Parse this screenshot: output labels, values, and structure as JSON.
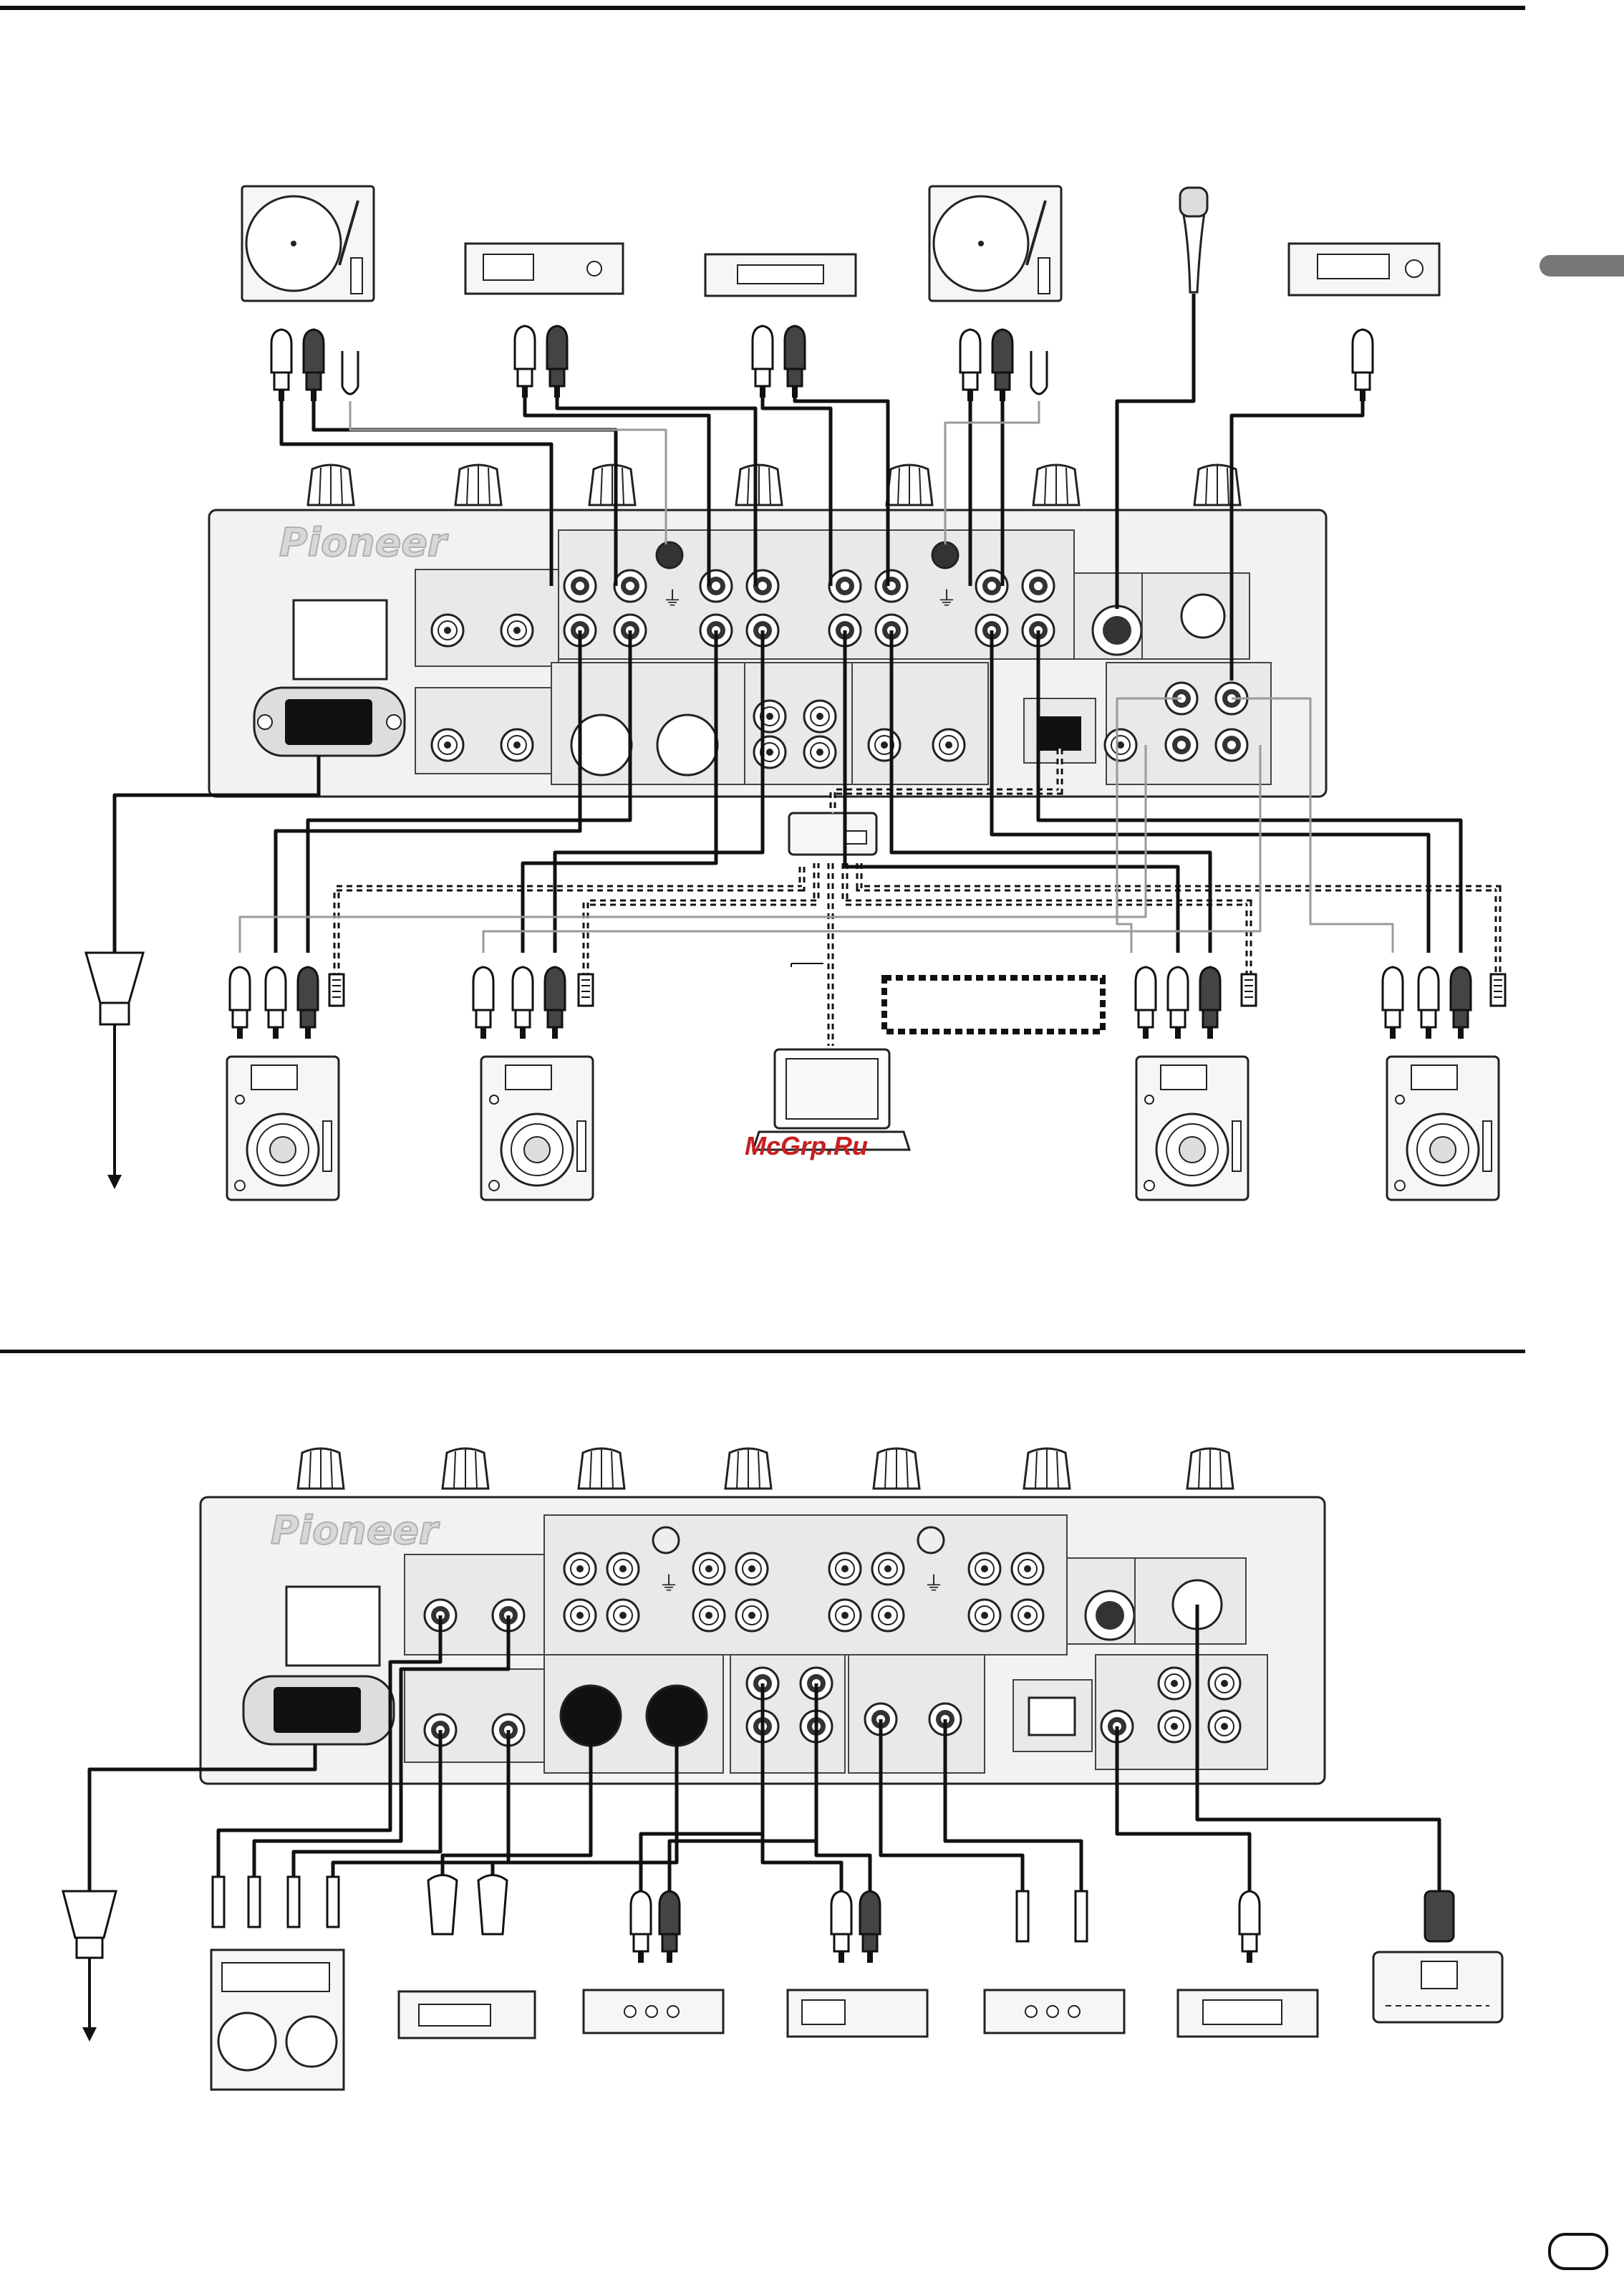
{
  "page": {
    "watermark": "McGrp.Ru",
    "brand_top": "Pioneer",
    "brand_bottom": "Pioneer"
  },
  "colors": {
    "line": "#111111",
    "panel": "#f2f2f2",
    "grey_cable": "#9a9a9a",
    "watermark": "#c62020",
    "side_tab": "#777777"
  },
  "icons": [
    "turntable-icon",
    "tuner-icon",
    "cassette-deck-icon",
    "microphone-icon",
    "cd-recorder-icon",
    "rca-plug-icon",
    "ground-lug-icon",
    "lan-plug-icon",
    "power-plug-icon",
    "cdj-player-icon",
    "laptop-icon",
    "hub-icon",
    "sampler-icon",
    "xlr-plug-icon",
    "phone-plug-icon",
    "amplifier-icon",
    "keyboard-icon",
    "midi-plug-icon",
    "mixer-knob-icon",
    "page-number-icon"
  ]
}
